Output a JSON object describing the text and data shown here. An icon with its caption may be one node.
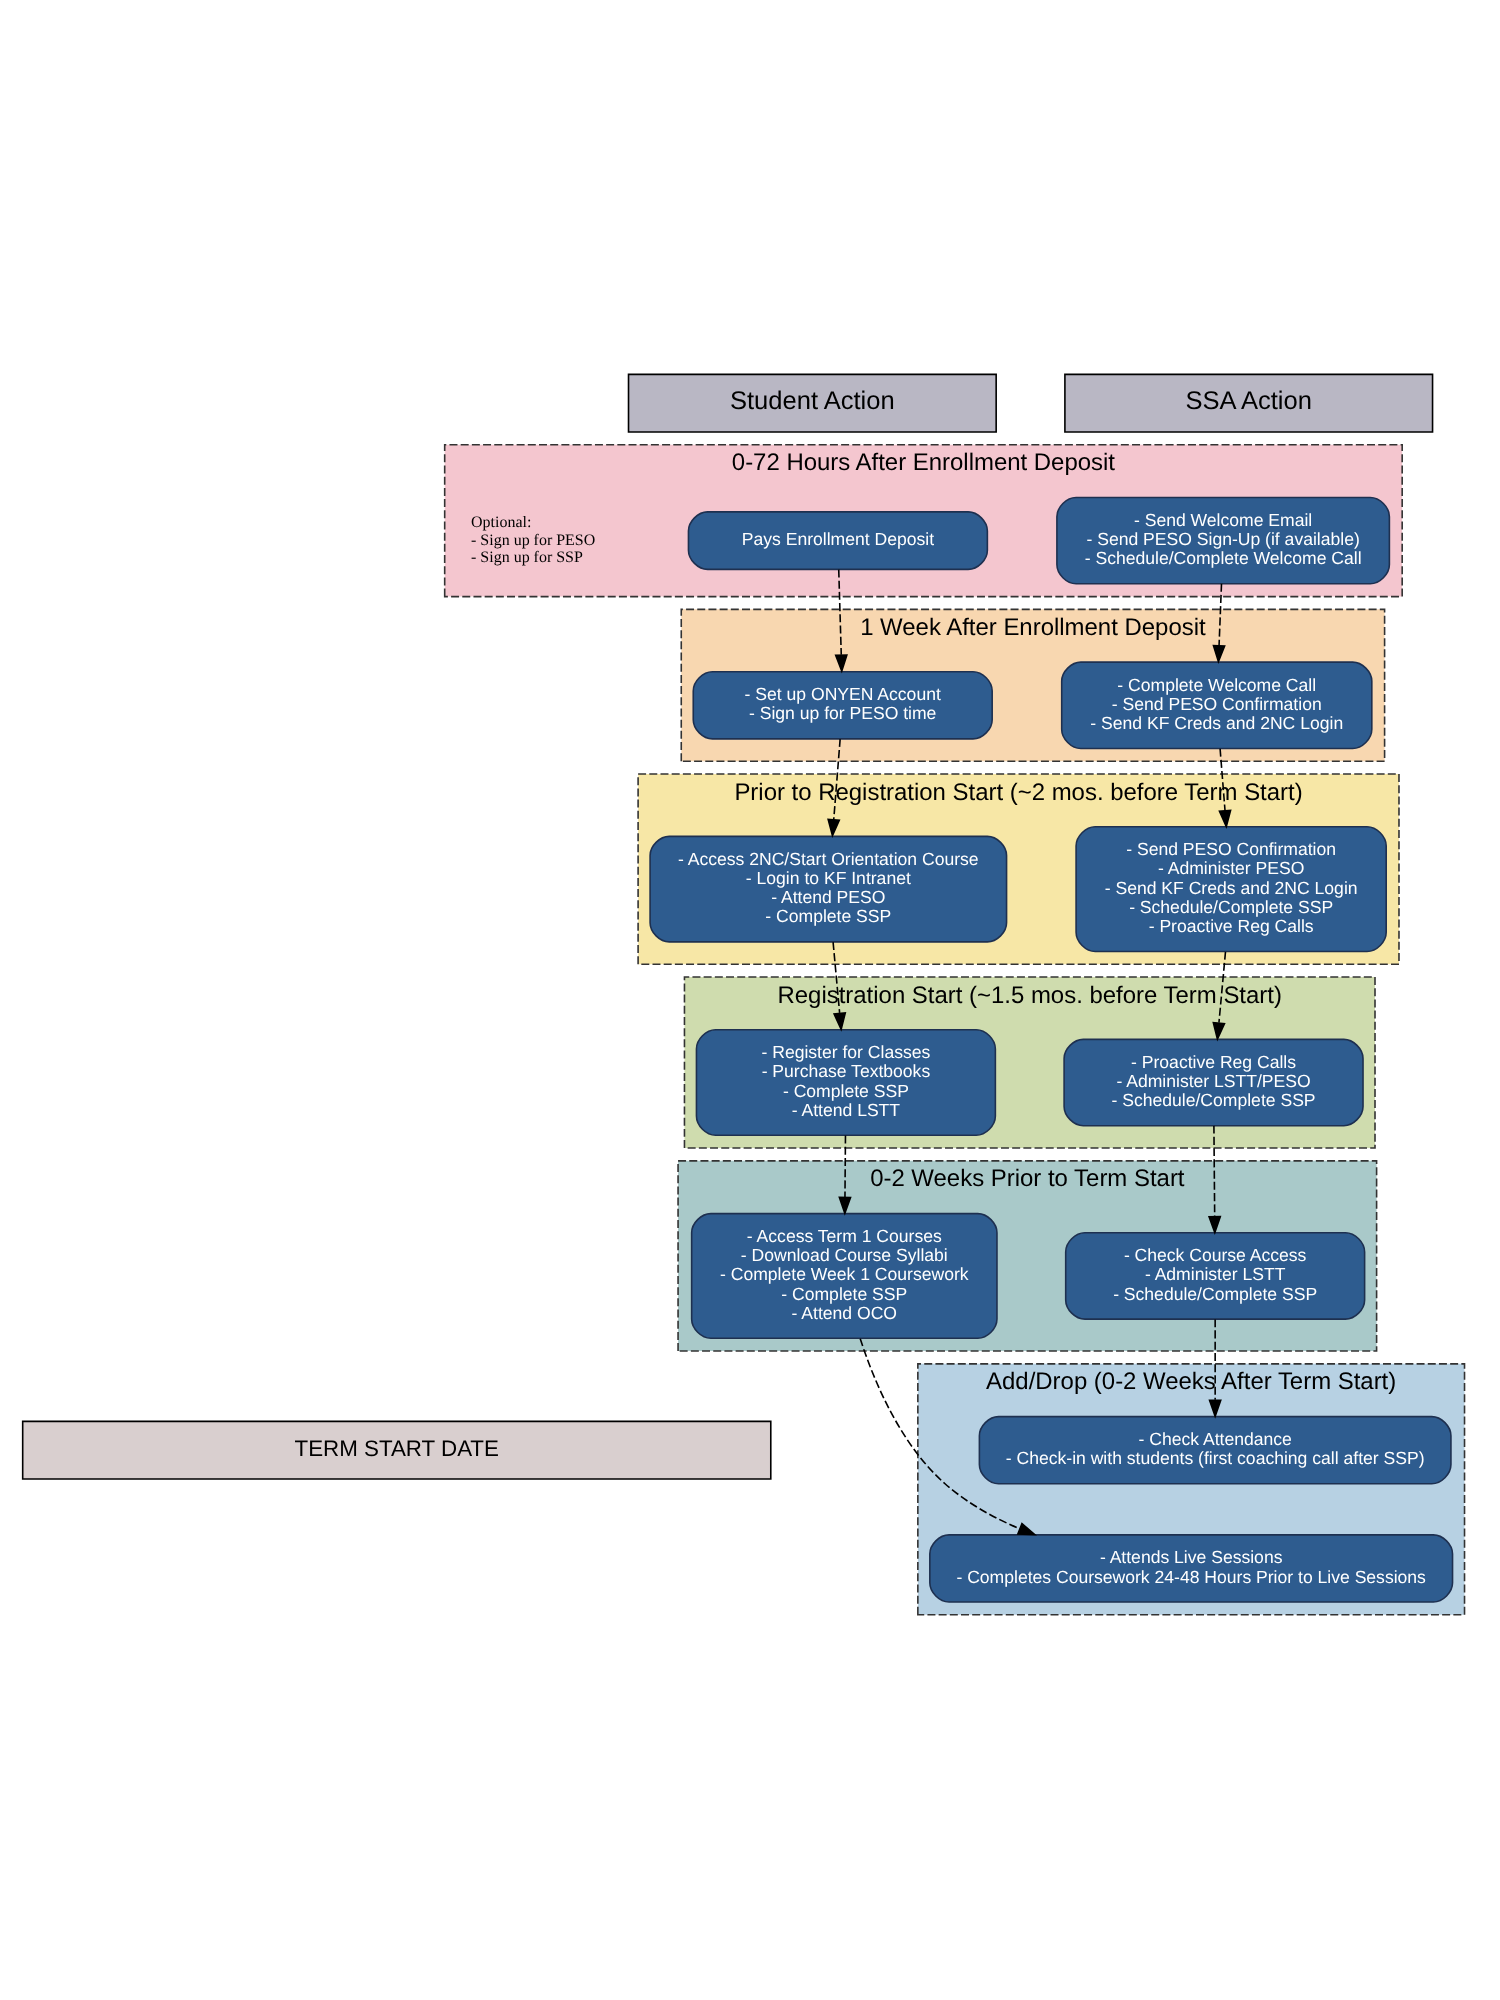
{
  "diagram": {
    "nodes": [
      {
        "text": [
          "0-72 Hours After Enrollment Deposit"
        ]
      },
      {
        "text": [
          "Pays Enrollment Deposit"
        ],
        "in": 0
      },
      {
        "text": [
          "- Send Welcome Email",
          "- Send PESO Sign-Up (if available)",
          "- Schedule/Complete Welcome Call"
        ],
        "in": 0,
        "beside": [
          "Optional:",
          "- Sign up for PESO",
          "- Sign up for SSP"
        ]
      },
      {
        "text": [
          "1 Week After Enrollment Deposit"
        ]
      },
      {
        "text": [
          "- Set up ONYEN Account",
          "- Sign up for PESO time"
        ],
        "in": 3
      },
      {
        "text": [
          "- Complete Welcome Call",
          "- Send PESO Confirmation",
          "- Send KF Creds and 2NC Login"
        ],
        "in": 3
      },
      {
        "text": [
          "Prior to Registration Start (~2 mos. before Term Start)"
        ]
      },
      {
        "text": [
          "- Access 2NC/Start Orientation Course",
          "- Login to KF Intranet",
          "- Attend PESO",
          "- Complete SSP"
        ],
        "in": 6
      },
      {
        "text": [
          "- Send PESO Confirmation",
          "- Administer PESO",
          "- Send KF Creds and 2NC Login",
          "- Schedule/Complete SSP",
          "- Proactive Reg Calls"
        ],
        "in": 6
      },
      {
        "text": [
          "Registration Start (~1.5 mos. before Term Start)"
        ]
      },
      {
        "text": [
          "- Register for Classes",
          "- Purchase Textbooks",
          "- Complete SSP",
          "- Attend LSTT"
        ],
        "in": 9
      },
      {
        "text": [
          "- Proactive Reg Calls",
          "- Administer LSTT/PESO",
          "- Schedule/Complete SSP"
        ],
        "in": 9
      },
      {
        "text": [
          "0-2 Weeks Prior to Term Start"
        ]
      },
      {
        "text": [
          "- Access Term 1 Courses",
          "- Download Course Syllabi",
          "- Complete Week 1 Coursework",
          "- Complete SSP",
          "- Attend OCO"
        ],
        "in": 12
      },
      {
        "text": [
          "- Check Course Access",
          "- Administer LSTT",
          "- Schedule/Complete SSP"
        ],
        "in": 12
      },
      {
        "text": [
          "TERM START DATE"
        ]
      },
      {
        "text": [
          "Add/Drop (0-2 Weeks After Term Start)"
        ]
      },
      {
        "text": [
          "- Attends Live Sessions",
          "- Completes Coursework 24-48 Hours Prior to Live Sessions"
        ],
        "in": 16
      },
      {
        "text": [
          "- Check Attendance",
          "- Check-in with students (first coaching call after SSP)"
        ],
        "in": 16
      }
    ],
    "edges": [
      {
        "from": 1,
        "to": 4,
        "arrow": "to",
        "style": "dashed"
      },
      {
        "from": 4,
        "to": 7,
        "arrow": "to",
        "style": "dashed"
      },
      {
        "from": 7,
        "to": 10,
        "arrow": "to",
        "style": "dashed"
      },
      {
        "from": 10,
        "to": 13,
        "arrow": "to",
        "style": "dashed"
      },
      {
        "from": 13,
        "to": 17,
        "arrow": "to",
        "style": "dashed"
      },
      {
        "from": 2,
        "to": 5,
        "arrow": "to",
        "style": "dashed"
      },
      {
        "from": 5,
        "to": 8,
        "arrow": "to",
        "style": "dashed"
      },
      {
        "from": 8,
        "to": 11,
        "arrow": "to",
        "style": "dashed"
      },
      {
        "from": 11,
        "to": 14,
        "arrow": "to",
        "style": "dashed"
      },
      {
        "from": 14,
        "to": 18,
        "arrow": "to",
        "style": "dashed"
      }
    ],
    "labels": [
      "Student Action",
      "SSA Action"
    ]
  }
}
